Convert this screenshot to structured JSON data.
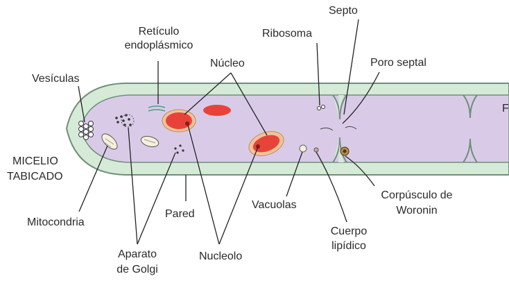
{
  "labels": {
    "septo": "Septo",
    "reticulo_line1": "Retículo",
    "reticulo_line2": "endoplásmico",
    "ribosoma": "Ribosoma",
    "nucleo": "Núcleo",
    "poro_septal": "Poro septal",
    "vesiculas": "Vesículas",
    "micelio_line1": "MICELIO",
    "micelio_line2": "TABICADO",
    "mitocondria": "Mitocondria",
    "pared": "Pared",
    "vacuolas": "Vacuolas",
    "corpusculo_line1": "Corpúsculo de",
    "corpusculo_line2": "Woronin",
    "cuerpo_line1": "Cuerpo",
    "cuerpo_line2": "lipídico",
    "aparato_line1": "Aparato",
    "aparato_line2": "de Golgi",
    "nucleolo": "Nucleolo",
    "edge_fragment": "F"
  },
  "colors": {
    "wall_fill": "#d6ead8",
    "wall_stroke": "#6e8f79",
    "cytoplasm": "#d9cbe8",
    "nucleus_outer": "#f0c49a",
    "nucleus_inner": "#e8433a",
    "nucleolus": "#8b1a1a",
    "leader_line": "#222222",
    "text": "#2a2a2a"
  }
}
